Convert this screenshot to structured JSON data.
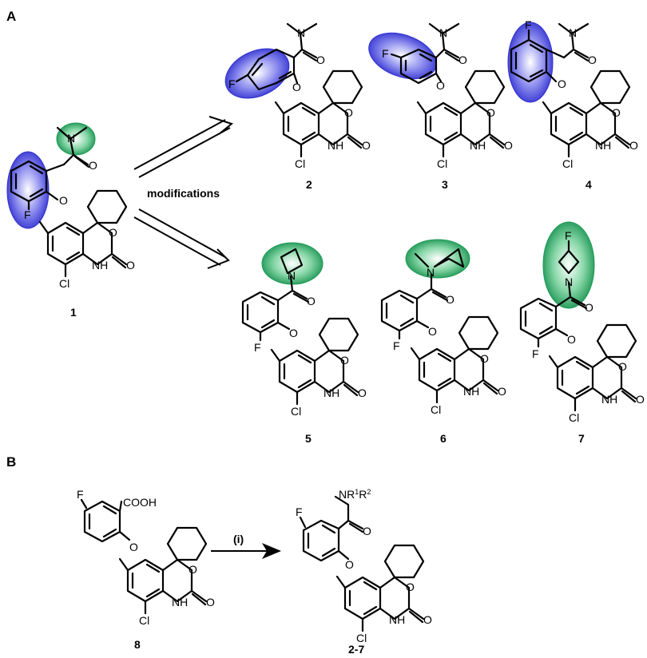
{
  "panels": {
    "a": "A",
    "b": "B"
  },
  "labels": {
    "modifications": "modifications",
    "reagent": "(i)"
  },
  "atoms": {
    "n": "N",
    "o": "O",
    "nh": "NH",
    "f": "F",
    "cl": "Cl",
    "cooh": "COOH",
    "nr1r2": "NR",
    "r1": "1",
    "r2": "R",
    "r2sup": "2"
  },
  "compounds": [
    {
      "id": "1",
      "label": "1"
    },
    {
      "id": "2",
      "label": "2"
    },
    {
      "id": "3",
      "label": "3"
    },
    {
      "id": "4",
      "label": "4"
    },
    {
      "id": "5",
      "label": "5"
    },
    {
      "id": "6",
      "label": "6"
    },
    {
      "id": "7",
      "label": "7"
    },
    {
      "id": "8",
      "label": "8"
    },
    {
      "id": "2-7",
      "label": "2-7"
    }
  ],
  "colors": {
    "blue_highlight": "#3a3ad6",
    "green_highlight": "#1e9b58",
    "ink": "#000000"
  }
}
